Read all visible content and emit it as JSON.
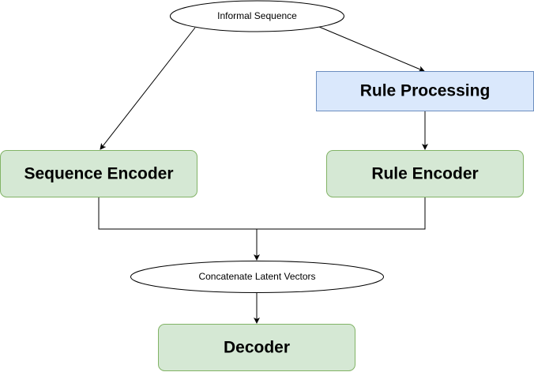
{
  "diagram": {
    "nodes": {
      "informal_sequence": {
        "label": "Informal Sequence",
        "shape": "ellipse"
      },
      "rule_processing": {
        "label": "Rule Processing",
        "shape": "rectangle",
        "fill": "#dae8fc",
        "stroke": "#6c8ebf"
      },
      "sequence_encoder": {
        "label": "Sequence Encoder",
        "shape": "rounded-rectangle",
        "fill": "#d5e8d4",
        "stroke": "#82b366"
      },
      "rule_encoder": {
        "label": "Rule Encoder",
        "shape": "rounded-rectangle",
        "fill": "#d5e8d4",
        "stroke": "#82b366"
      },
      "concatenate": {
        "label": "Concatenate Latent Vectors",
        "shape": "ellipse"
      },
      "decoder": {
        "label": "Decoder",
        "shape": "rounded-rectangle",
        "fill": "#d5e8d4",
        "stroke": "#82b366"
      }
    },
    "edges": [
      {
        "from": "informal_sequence",
        "to": "sequence_encoder"
      },
      {
        "from": "informal_sequence",
        "to": "rule_processing"
      },
      {
        "from": "rule_processing",
        "to": "rule_encoder"
      },
      {
        "from": "sequence_encoder",
        "to": "concatenate"
      },
      {
        "from": "rule_encoder",
        "to": "concatenate"
      },
      {
        "from": "concatenate",
        "to": "decoder"
      }
    ]
  }
}
